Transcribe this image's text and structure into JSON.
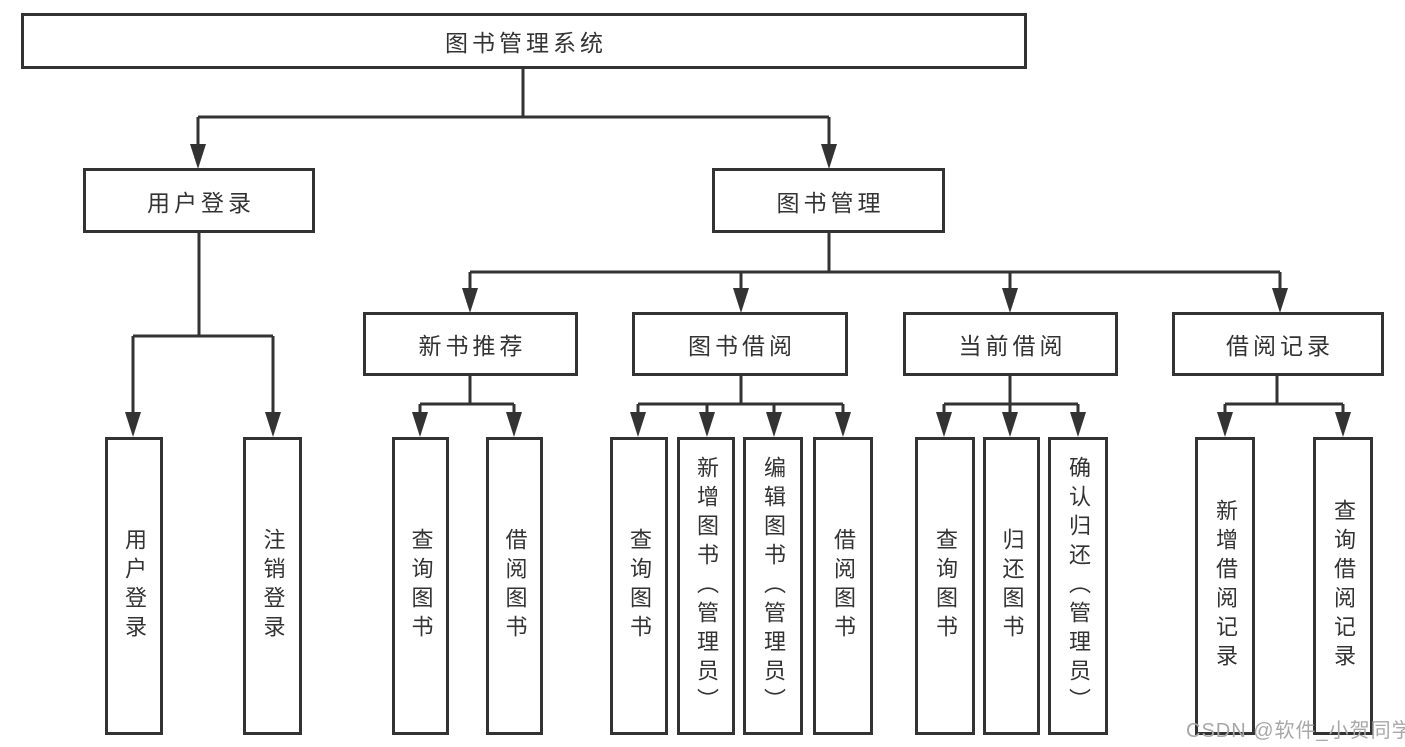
{
  "tree": {
    "root": {
      "label": "图书管理系统"
    },
    "branches": [
      {
        "label": "用户登录",
        "children": [
          {
            "label": "用户登录"
          },
          {
            "label": "注销登录"
          }
        ]
      },
      {
        "label": "图书管理",
        "children": [
          {
            "label": "新书推荐",
            "children": [
              {
                "label": "查询图书"
              },
              {
                "label": "借阅图书"
              }
            ]
          },
          {
            "label": "图书借阅",
            "children": [
              {
                "label": "查询图书"
              },
              {
                "label": "新增图书（管理员）"
              },
              {
                "label": "编辑图书（管理员）"
              },
              {
                "label": "借阅图书"
              }
            ]
          },
          {
            "label": "当前借阅",
            "children": [
              {
                "label": "查询图书"
              },
              {
                "label": "归还图书"
              },
              {
                "label": "确认归还（管理员）"
              }
            ]
          },
          {
            "label": "借阅记录",
            "children": [
              {
                "label": "新增借阅记录"
              },
              {
                "label": "查询借阅记录"
              }
            ]
          }
        ]
      }
    ]
  },
  "watermark": {
    "text": "CSDN @软件_小贺同学"
  },
  "colors": {
    "line": "#333333",
    "text": "#333333",
    "box_background": "#ffffff",
    "watermark": "#a8a8a8",
    "background": "#ffffff"
  }
}
